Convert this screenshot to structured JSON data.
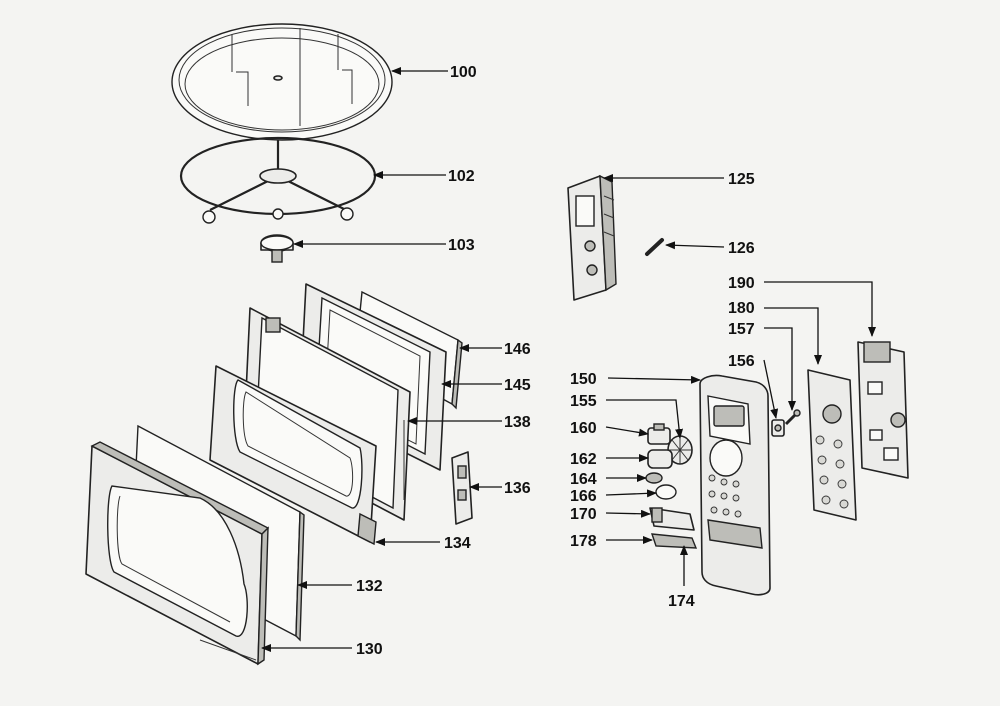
{
  "labels": {
    "p100": "100",
    "p102": "102",
    "p103": "103",
    "p125": "125",
    "p126": "126",
    "p190": "190",
    "p180": "180",
    "p157": "157",
    "p156": "156",
    "p150": "150",
    "p155": "155",
    "p160": "160",
    "p162": "162",
    "p164": "164",
    "p166": "166",
    "p170": "170",
    "p178": "178",
    "p174": "174",
    "p146": "146",
    "p145": "145",
    "p138": "138",
    "p136": "136",
    "p134": "134",
    "p132": "132",
    "p130": "130"
  }
}
